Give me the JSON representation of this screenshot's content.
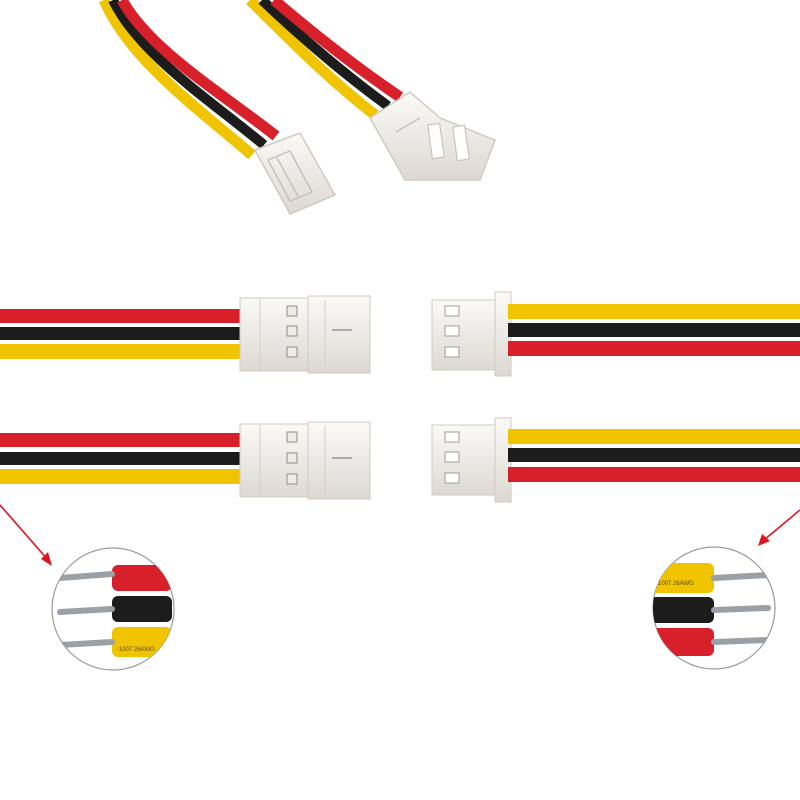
{
  "image": {
    "subject": "3-pin wire harness connectors, male and female pairs",
    "background_color": "#ffffff"
  },
  "wire_colors": {
    "red": "#d8202b",
    "black": "#1c1c1c",
    "yellow": "#f0c400"
  },
  "connector_color": "#f1efea",
  "callout_arrow_color": "#e0141e",
  "left_callout": {
    "wire_print": "-1007 26AWG"
  },
  "right_callout": {
    "wire_print": "-1007 26AWG"
  }
}
